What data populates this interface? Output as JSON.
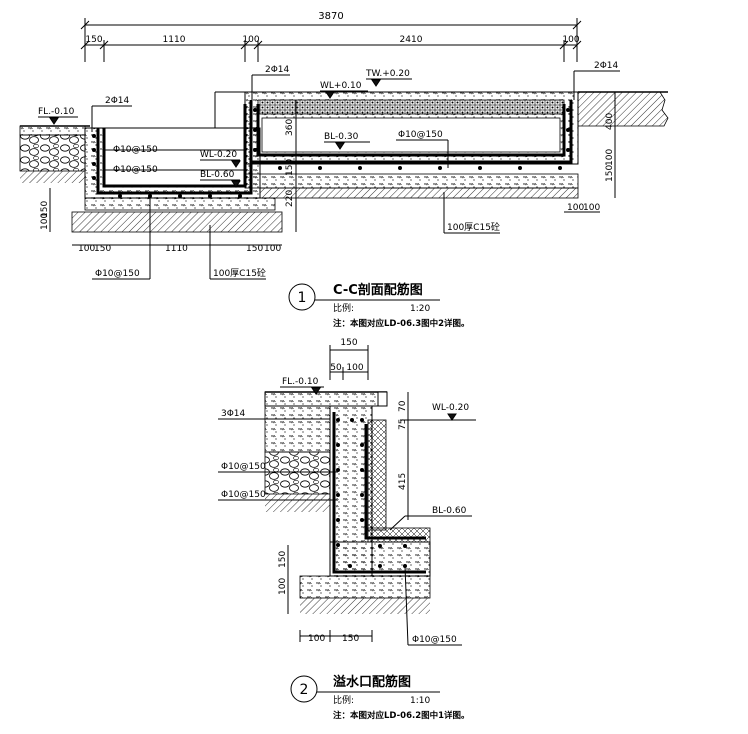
{
  "drawing_1": {
    "index": "1",
    "title": "C-C剖面配筋图",
    "scale_label": "比例:",
    "scale_value": "1:20",
    "note": "注：本图对应LD-06.3图中2详图。",
    "dim_total": "3870",
    "dims_top": [
      "150",
      "1110",
      "100",
      "2410",
      "100"
    ],
    "dims_bottom": [
      "100",
      "150",
      "1110",
      "150",
      "100"
    ],
    "dims_right": [
      "400",
      "100",
      "150",
      "100",
      "100"
    ],
    "dim_360": "360",
    "dim_220": "220",
    "dim_150b": "150",
    "dims_left": [
      "150",
      "100"
    ],
    "labels": {
      "fl": "FL.-0.10",
      "tw": "TW.+0.20",
      "wl_top": "WL+0.10",
      "wl": "WL-0.20",
      "bl_left": "BL-0.60",
      "bl_right": "BL-0.30",
      "rebar_2_14_a": "2Φ14",
      "rebar_2_14_b": "2Φ14",
      "rebar_2_14_c": "2Φ14",
      "rebar_10_150_a": "Φ10@150",
      "rebar_10_150_b": "Φ10@150",
      "rebar_10_150_c": "Φ10@150",
      "rebar_10_150_d": "Φ10@150",
      "concrete_a": "100厚C15砼",
      "concrete_b": "100厚C15砼"
    }
  },
  "drawing_2": {
    "index": "2",
    "title": "溢水口配筋图",
    "scale_label": "比例:",
    "scale_value": "1:10",
    "note": "注：本图对应LD-06.2图中1详图。",
    "dim_top": "150",
    "dims_top_split": [
      "50",
      "100"
    ],
    "dims_right": [
      "70",
      "75",
      "415"
    ],
    "dims_left": [
      "150",
      "100"
    ],
    "dims_bottom": [
      "100",
      "150"
    ],
    "labels": {
      "fl": "FL.-0.10",
      "wl": "WL-0.20",
      "bl": "BL-0.60",
      "rebar_3_14": "3Φ14",
      "rebar_10_150_a": "Φ10@150",
      "rebar_10_150_b": "Φ10@150",
      "rebar_10_150_c": "Φ10@150"
    }
  }
}
